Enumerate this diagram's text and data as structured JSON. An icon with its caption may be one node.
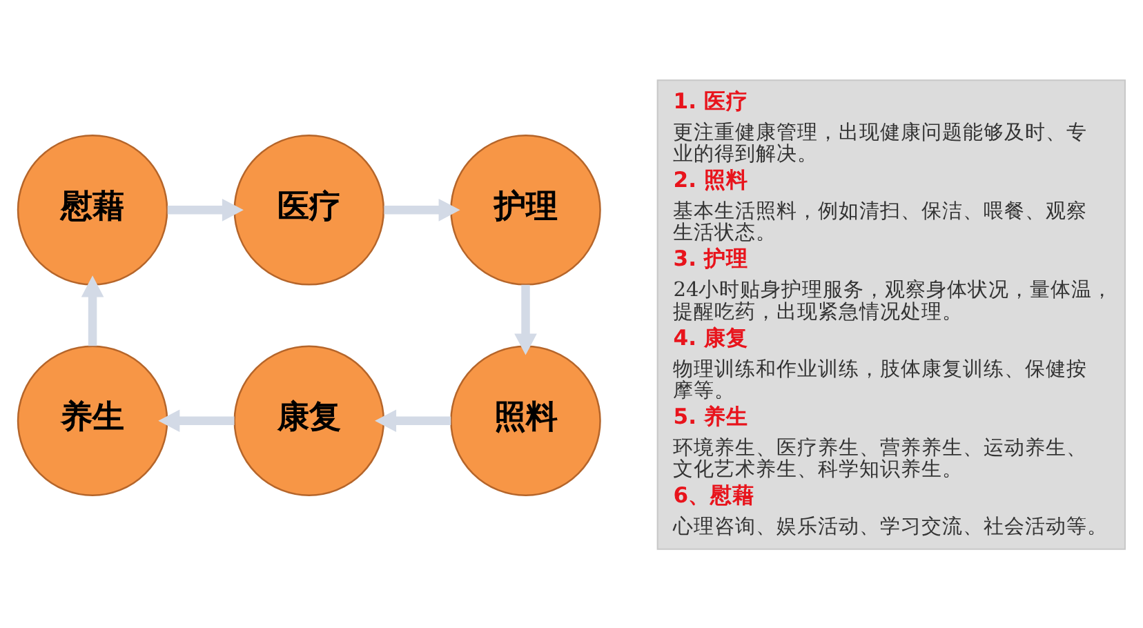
{
  "diagram": {
    "nodes": [
      {
        "text": [
          "医疗"
        ]
      },
      {
        "text": [
          "护理"
        ]
      },
      {
        "text": [
          "照料"
        ]
      },
      {
        "text": [
          "康复"
        ]
      },
      {
        "text": [
          "养生"
        ]
      },
      {
        "text": [
          "慰藉"
        ]
      },
      {
        "text": [
          "1. 医疗",
          "更注重健康管理，出现健康问题能够及时、专业的得到解决。",
          "2. 照料",
          "基本生活照料，例如清扫、保洁、喂餐、观察生活状态。",
          "3. 护理",
          "24小时贴身护理服务，观察身体状况，量体温，提醒吃药，出现紧急情况处理。",
          "4. 康复",
          "物理训练和作业训练，肢体康复训练、保健按摩等。",
          "5. 养生",
          "环境养生、医疗养生、营养养生、运动养生、文化艺术养生、科学知识养生。",
          "6、慰藉",
          "心理咨询、娱乐活动、学习交流、社会活动等。"
        ]
      }
    ],
    "edges": [
      {
        "from": 0,
        "to": 1,
        "arrow": "to"
      },
      {
        "from": 1,
        "to": 2,
        "arrow": "to"
      },
      {
        "from": 2,
        "to": 3,
        "arrow": "to"
      },
      {
        "from": 3,
        "to": 4,
        "arrow": "to"
      },
      {
        "from": 4,
        "to": 5,
        "arrow": "to"
      },
      {
        "from": 5,
        "to": 0,
        "arrow": "to"
      }
    ]
  }
}
